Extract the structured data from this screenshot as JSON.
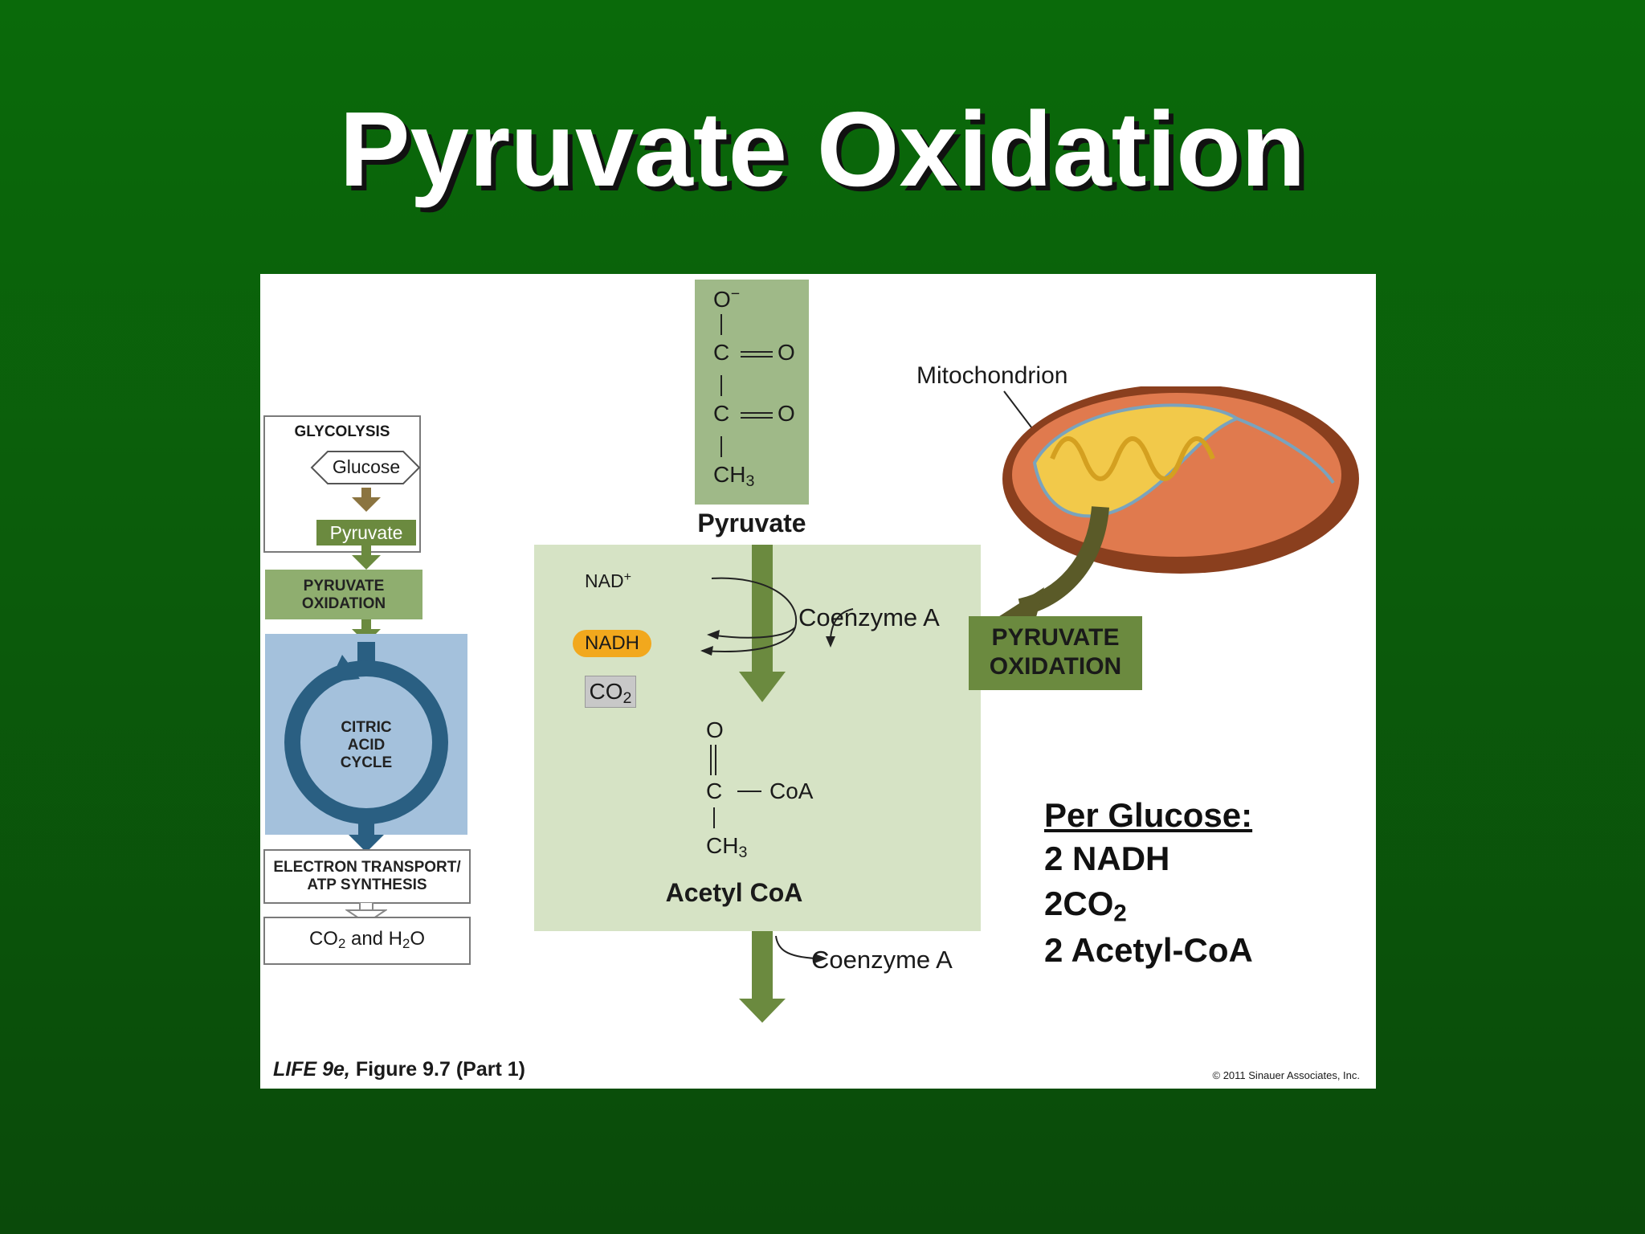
{
  "slide": {
    "title": "Pyruvate Oxidation"
  },
  "pathway": {
    "glycolysis_label": "GLYCOLYSIS",
    "glucose_label": "Glucose",
    "pyruvate_label": "Pyruvate",
    "pyruvate_oxidation_line1": "PYRUVATE",
    "pyruvate_oxidation_line2": "OXIDATION",
    "citric_line1": "CITRIC",
    "citric_line2": "ACID",
    "citric_line3": "CYCLE",
    "electron_line1": "ELECTRON TRANSPORT/",
    "electron_line2": "ATP SYNTHESIS",
    "products_co": "CO",
    "products_sub2": "2",
    "products_and": " and H",
    "products_sub2b": "2",
    "products_o": "O"
  },
  "pyruvate_structure": {
    "o_minus": "O",
    "minus": "−",
    "c1": "C",
    "o1": "O",
    "c2": "C",
    "o2": "O",
    "ch": "CH",
    "ch_sub": "3",
    "name": "Pyruvate"
  },
  "reaction": {
    "nad": "NAD",
    "nad_sup": "+",
    "nadh": "NADH",
    "co2": "CO",
    "co2_sub": "2",
    "coenzyme_a_in": "Coenzyme A",
    "coenzyme_a_out": "Coenzyme A"
  },
  "acetyl_structure": {
    "o": "O",
    "c": "C",
    "coa": "CoA",
    "ch": "CH",
    "ch_sub": "3",
    "name": "Acetyl CoA"
  },
  "mitochondrion": {
    "label": "Mitochondrion",
    "callout_line1": "PYRUVATE",
    "callout_line2": "OXIDATION"
  },
  "per_glucose": {
    "heading": "Per Glucose:",
    "line1": "2 NADH",
    "line2_main": "2CO",
    "line2_sub": "2",
    "line3": "2 Acetyl-CoA"
  },
  "figure_caption": {
    "life": "LIFE 9e,",
    "rest": " Figure 9.7 (Part 1)",
    "copyright": "© 2011 Sinauer Associates, Inc."
  },
  "colors": {
    "background": "#0a5c0a",
    "green_arrow": "#6b8a3f",
    "light_green_panel": "#d6e3c5",
    "blue_panel": "#a4c1dc",
    "cycle_arrow": "#2a5f82",
    "nadh_badge": "#f2a81d",
    "co2_badge": "#c8c8c8"
  }
}
